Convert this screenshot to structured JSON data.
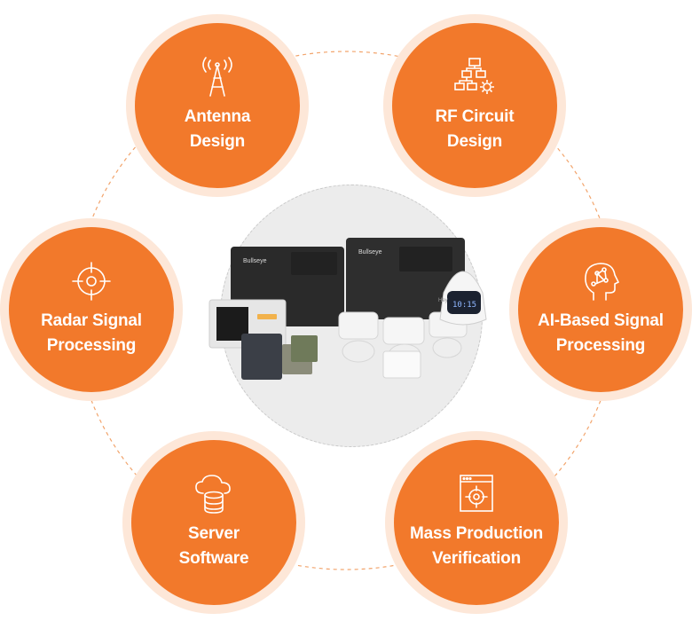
{
  "nodes": [
    {
      "id": "antenna",
      "label": "Antenna\nDesign",
      "icon": "antenna-tower-icon"
    },
    {
      "id": "rf",
      "label": "RF Circuit\nDesign",
      "icon": "circuit-gear-icon"
    },
    {
      "id": "ai",
      "label": "AI-Based Signal\nProcessing",
      "icon": "ai-head-icon"
    },
    {
      "id": "mass",
      "label": "Mass Production\nVerification",
      "icon": "target-window-icon"
    },
    {
      "id": "server",
      "label": "Server\nSoftware",
      "icon": "cloud-database-icon"
    },
    {
      "id": "radar",
      "label": "Radar Signal\nProcessing",
      "icon": "crosshair-icon"
    }
  ],
  "products": {
    "brand": "Bullseye",
    "clock": "10:15",
    "badge": "Hey"
  },
  "colors": {
    "accent": "#f2792b",
    "halo": "#fde7d8",
    "ring": "#f2792b"
  }
}
